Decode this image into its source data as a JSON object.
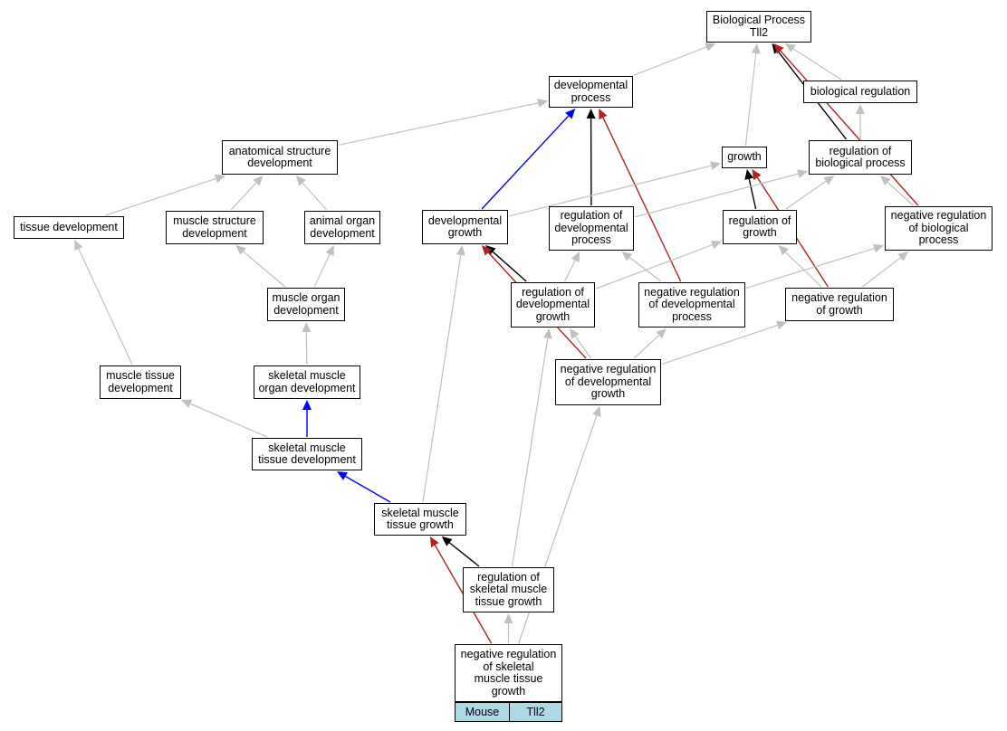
{
  "colors": {
    "gray": "#c0c0c0",
    "black": "#000000",
    "blue": "#0000ff",
    "red": "#b22222",
    "tag_bg": "#add8e6"
  },
  "nodes": {
    "bp": "Biological Process\nTll2",
    "devproc": "developmental\nprocess",
    "bioreg": "biological regulation",
    "asd": "anatomical structure\ndevelopment",
    "growth": "growth",
    "regbio": "regulation of\nbiological process",
    "tissuedev": "tissue development",
    "msd": "muscle structure\ndevelopment",
    "aod": "animal organ\ndevelopment",
    "devgrowth": "developmental\ngrowth",
    "regdevproc": "regulation of\ndevelopmental\nprocess",
    "reggrowth": "regulation of\ngrowth",
    "negregbio": "negative regulation\nof biological\nprocess",
    "mod": "muscle organ\ndevelopment",
    "regdevgrowth": "regulation of\ndevelopmental\ngrowth",
    "negregdevproc": "negative regulation\nof developmental\nprocess",
    "negreggrowth": "negative regulation\nof growth",
    "mtd": "muscle tissue\ndevelopment",
    "smod": "skeletal muscle\norgan development",
    "negregdevgrowth": "negative regulation\nof developmental\ngrowth",
    "smtd": "skeletal muscle\ntissue development",
    "smtg": "skeletal muscle\ntissue growth",
    "regsmtg": "regulation of\nskeletal muscle\ntissue growth",
    "negregsmtg": "negative regulation\nof skeletal\nmuscle tissue\ngrowth"
  },
  "tags": {
    "organism": "Mouse",
    "gene": "Tll2"
  },
  "edges": [
    {
      "from": "devproc",
      "to": "bp",
      "color": "gray"
    },
    {
      "from": "bioreg",
      "to": "bp",
      "color": "gray"
    },
    {
      "from": "growth",
      "to": "bp",
      "color": "gray"
    },
    {
      "from": "regbio",
      "to": "bp",
      "color": "black"
    },
    {
      "from": "negregbio",
      "to": "bp",
      "color": "red"
    },
    {
      "from": "regbio",
      "to": "bioreg",
      "color": "gray"
    },
    {
      "from": "asd",
      "to": "devproc",
      "color": "gray"
    },
    {
      "from": "devgrowth",
      "to": "devproc",
      "color": "blue"
    },
    {
      "from": "regdevproc",
      "to": "devproc",
      "color": "black"
    },
    {
      "from": "negregdevproc",
      "to": "devproc",
      "color": "red"
    },
    {
      "from": "tissuedev",
      "to": "asd",
      "color": "gray"
    },
    {
      "from": "msd",
      "to": "asd",
      "color": "gray"
    },
    {
      "from": "aod",
      "to": "asd",
      "color": "gray"
    },
    {
      "from": "devgrowth",
      "to": "growth",
      "color": "gray"
    },
    {
      "from": "reggrowth",
      "to": "growth",
      "color": "black"
    },
    {
      "from": "negreggrowth",
      "to": "growth",
      "color": "red"
    },
    {
      "from": "regdevproc",
      "to": "regbio",
      "color": "gray"
    },
    {
      "from": "reggrowth",
      "to": "regbio",
      "color": "gray"
    },
    {
      "from": "negregbio",
      "to": "regbio",
      "color": "gray"
    },
    {
      "from": "mod",
      "to": "msd",
      "color": "gray"
    },
    {
      "from": "mod",
      "to": "aod",
      "color": "gray"
    },
    {
      "from": "mtd",
      "to": "tissuedev",
      "color": "gray"
    },
    {
      "from": "regdevgrowth",
      "to": "devgrowth",
      "color": "black"
    },
    {
      "from": "negregdevgrowth",
      "to": "devgrowth",
      "color": "red"
    },
    {
      "from": "smtg",
      "to": "devgrowth",
      "color": "gray"
    },
    {
      "from": "regdevgrowth",
      "to": "regdevproc",
      "color": "gray"
    },
    {
      "from": "negregdevproc",
      "to": "regdevproc",
      "color": "gray"
    },
    {
      "from": "regdevgrowth",
      "to": "reggrowth",
      "color": "gray"
    },
    {
      "from": "negreggrowth",
      "to": "reggrowth",
      "color": "gray"
    },
    {
      "from": "negregdevproc",
      "to": "negregbio",
      "color": "gray"
    },
    {
      "from": "negreggrowth",
      "to": "negregbio",
      "color": "gray"
    },
    {
      "from": "smod",
      "to": "mod",
      "color": "gray"
    },
    {
      "from": "negregdevgrowth",
      "to": "regdevgrowth",
      "color": "gray"
    },
    {
      "from": "regsmtg",
      "to": "regdevgrowth",
      "color": "gray"
    },
    {
      "from": "negregdevgrowth",
      "to": "negregdevproc",
      "color": "gray"
    },
    {
      "from": "negregdevgrowth",
      "to": "negreggrowth",
      "color": "gray"
    },
    {
      "from": "smtd",
      "to": "mtd",
      "color": "gray"
    },
    {
      "from": "smtd",
      "to": "smod",
      "color": "blue"
    },
    {
      "from": "smtg",
      "to": "smtd",
      "color": "blue"
    },
    {
      "from": "negregsmtg",
      "to": "negregdevgrowth",
      "color": "gray"
    },
    {
      "from": "regsmtg",
      "to": "smtg",
      "color": "black"
    },
    {
      "from": "negregsmtg",
      "to": "smtg",
      "color": "red"
    },
    {
      "from": "negregsmtg",
      "to": "regsmtg",
      "color": "gray"
    }
  ]
}
